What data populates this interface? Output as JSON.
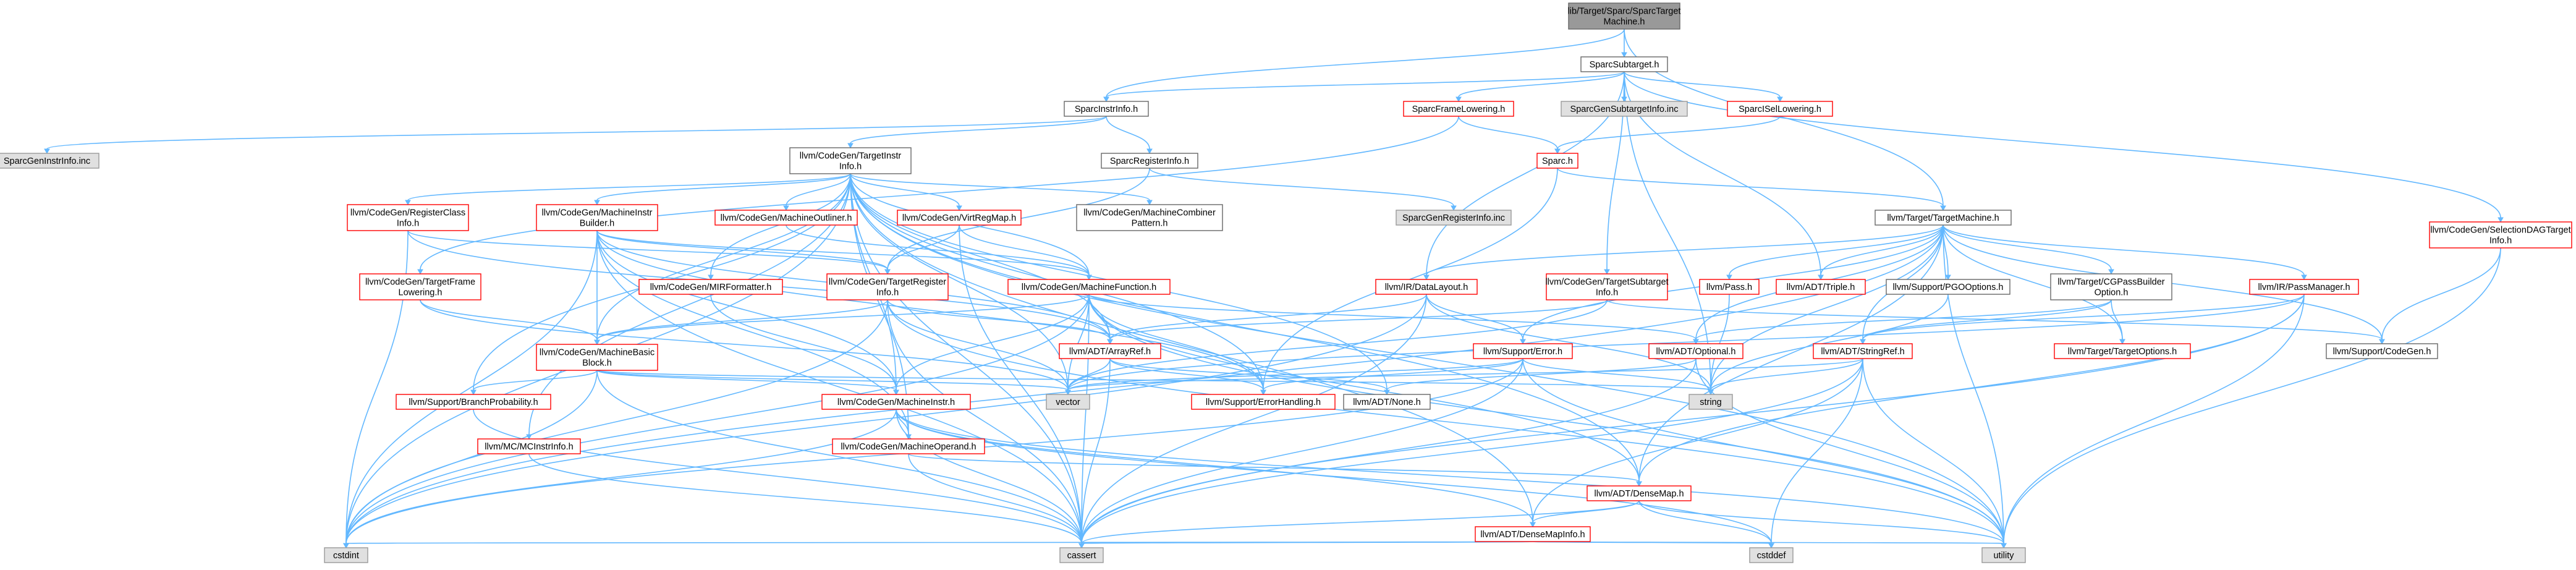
{
  "graph": {
    "title": "lib/Target/Sparc/SparcTargetMachine.h",
    "colors": {
      "edge": "#63b8ff",
      "root_fill": "#999999",
      "root_border": "#666666",
      "node_fill": "#ffffff",
      "normal_border": "#666666",
      "truncated_border": "#ff0000",
      "external_fill": "#e0e0e0",
      "external_border": "#999999"
    },
    "nodes": [
      {
        "id": "root",
        "lines": [
          "lib/Target/Sparc/SparcTarget",
          "Machine.h"
        ],
        "kind": "root"
      },
      {
        "id": "subtarget",
        "lines": [
          "SparcSubtarget.h"
        ],
        "kind": "normal"
      },
      {
        "id": "instrinfo",
        "lines": [
          "SparcInstrInfo.h"
        ],
        "kind": "normal"
      },
      {
        "id": "geninstr",
        "lines": [
          "SparcGenInstrInfo.inc"
        ],
        "kind": "external"
      },
      {
        "id": "targetinstr",
        "lines": [
          "llvm/CodeGen/TargetInstr",
          "Info.h"
        ],
        "kind": "normal"
      },
      {
        "id": "reginfo",
        "lines": [
          "SparcRegisterInfo.h"
        ],
        "kind": "normal"
      },
      {
        "id": "genreg",
        "lines": [
          "SparcGenRegisterInfo.inc"
        ],
        "kind": "external"
      },
      {
        "id": "framelow",
        "lines": [
          "SparcFrameLowering.h"
        ],
        "kind": "truncated"
      },
      {
        "id": "gensub",
        "lines": [
          "SparcGenSubtargetInfo.inc"
        ],
        "kind": "external"
      },
      {
        "id": "isellow",
        "lines": [
          "SparcISelLowering.h"
        ],
        "kind": "truncated"
      },
      {
        "id": "sparch",
        "lines": [
          "Sparc.h"
        ],
        "kind": "truncated"
      },
      {
        "id": "seldag",
        "lines": [
          "llvm/CodeGen/SelectionDAGTarget",
          "Info.h"
        ],
        "kind": "truncated"
      },
      {
        "id": "targetmachine",
        "lines": [
          "llvm/Target/TargetMachine.h"
        ],
        "kind": "normal"
      },
      {
        "id": "regclass",
        "lines": [
          "llvm/CodeGen/RegisterClass",
          "Info.h"
        ],
        "kind": "truncated"
      },
      {
        "id": "mibuilder",
        "lines": [
          "llvm/CodeGen/MachineInstr",
          "Builder.h"
        ],
        "kind": "truncated"
      },
      {
        "id": "outliner",
        "lines": [
          "llvm/CodeGen/MachineOutliner.h"
        ],
        "kind": "truncated"
      },
      {
        "id": "virtreg",
        "lines": [
          "llvm/CodeGen/VirtRegMap.h"
        ],
        "kind": "truncated"
      },
      {
        "id": "combiner",
        "lines": [
          "llvm/CodeGen/MachineCombiner",
          "Pattern.h"
        ],
        "kind": "normal"
      },
      {
        "id": "framelowgen",
        "lines": [
          "llvm/CodeGen/TargetFrame",
          "Lowering.h"
        ],
        "kind": "truncated"
      },
      {
        "id": "mirformatter",
        "lines": [
          "llvm/CodeGen/MIRFormatter.h"
        ],
        "kind": "truncated"
      },
      {
        "id": "tri",
        "lines": [
          "llvm/CodeGen/TargetRegister",
          "Info.h"
        ],
        "kind": "truncated"
      },
      {
        "id": "mf",
        "lines": [
          "llvm/CodeGen/MachineFunction.h"
        ],
        "kind": "truncated"
      },
      {
        "id": "datalayout",
        "lines": [
          "llvm/IR/DataLayout.h"
        ],
        "kind": "truncated"
      },
      {
        "id": "tsi",
        "lines": [
          "llvm/CodeGen/TargetSubtarget",
          "Info.h"
        ],
        "kind": "truncated"
      },
      {
        "id": "pass",
        "lines": [
          "llvm/Pass.h"
        ],
        "kind": "truncated"
      },
      {
        "id": "triple",
        "lines": [
          "llvm/ADT/Triple.h"
        ],
        "kind": "truncated"
      },
      {
        "id": "pgo",
        "lines": [
          "llvm/Support/PGOOptions.h"
        ],
        "kind": "normal"
      },
      {
        "id": "cgpass",
        "lines": [
          "llvm/Target/CGPassBuilder",
          "Option.h"
        ],
        "kind": "normal"
      },
      {
        "id": "passmgr",
        "lines": [
          "llvm/IR/PassManager.h"
        ],
        "kind": "truncated"
      },
      {
        "id": "mbb",
        "lines": [
          "llvm/CodeGen/MachineBasic",
          "Block.h"
        ],
        "kind": "truncated"
      },
      {
        "id": "arrayref",
        "lines": [
          "llvm/ADT/ArrayRef.h"
        ],
        "kind": "truncated"
      },
      {
        "id": "error",
        "lines": [
          "llvm/Support/Error.h"
        ],
        "kind": "truncated"
      },
      {
        "id": "optional",
        "lines": [
          "llvm/ADT/Optional.h"
        ],
        "kind": "truncated"
      },
      {
        "id": "stringref",
        "lines": [
          "llvm/ADT/StringRef.h"
        ],
        "kind": "truncated"
      },
      {
        "id": "targetoptions",
        "lines": [
          "llvm/Target/TargetOptions.h"
        ],
        "kind": "truncated"
      },
      {
        "id": "supcodegen",
        "lines": [
          "llvm/Support/CodeGen.h"
        ],
        "kind": "normal"
      },
      {
        "id": "branchprob",
        "lines": [
          "llvm/Support/BranchProbability.h"
        ],
        "kind": "truncated"
      },
      {
        "id": "vector",
        "lines": [
          "vector"
        ],
        "kind": "external"
      },
      {
        "id": "errhandling",
        "lines": [
          "llvm/Support/ErrorHandling.h"
        ],
        "kind": "truncated"
      },
      {
        "id": "none",
        "lines": [
          "llvm/ADT/None.h"
        ],
        "kind": "normal"
      },
      {
        "id": "string",
        "lines": [
          "string"
        ],
        "kind": "external"
      },
      {
        "id": "machineinstr",
        "lines": [
          "llvm/CodeGen/MachineInstr.h"
        ],
        "kind": "truncated"
      },
      {
        "id": "mcinstr",
        "lines": [
          "llvm/MC/MCInstrInfo.h"
        ],
        "kind": "truncated"
      },
      {
        "id": "operand",
        "lines": [
          "llvm/CodeGen/MachineOperand.h"
        ],
        "kind": "truncated"
      },
      {
        "id": "densemap",
        "lines": [
          "llvm/ADT/DenseMap.h"
        ],
        "kind": "truncated"
      },
      {
        "id": "densemapinfo",
        "lines": [
          "llvm/ADT/DenseMapInfo.h"
        ],
        "kind": "truncated"
      },
      {
        "id": "cstdint",
        "lines": [
          "cstdint"
        ],
        "kind": "external"
      },
      {
        "id": "cassert",
        "lines": [
          "cassert"
        ],
        "kind": "external"
      },
      {
        "id": "cstddef",
        "lines": [
          "cstddef"
        ],
        "kind": "external"
      },
      {
        "id": "utility",
        "lines": [
          "utility"
        ],
        "kind": "external"
      }
    ],
    "edges": [
      [
        "root",
        "subtarget"
      ],
      [
        "root",
        "instrinfo"
      ],
      [
        "root",
        "targetmachine"
      ],
      [
        "subtarget",
        "instrinfo"
      ],
      [
        "subtarget",
        "framelow"
      ],
      [
        "subtarget",
        "gensub"
      ],
      [
        "subtarget",
        "isellow"
      ],
      [
        "subtarget",
        "seldag"
      ],
      [
        "subtarget",
        "tsi"
      ],
      [
        "subtarget",
        "datalayout"
      ],
      [
        "subtarget",
        "triple"
      ],
      [
        "subtarget",
        "string"
      ],
      [
        "instrinfo",
        "geninstr"
      ],
      [
        "instrinfo",
        "targetinstr"
      ],
      [
        "instrinfo",
        "reginfo"
      ],
      [
        "reginfo",
        "genreg"
      ],
      [
        "reginfo",
        "tri"
      ],
      [
        "framelow",
        "sparch"
      ],
      [
        "framelow",
        "framelowgen"
      ],
      [
        "isellow",
        "sparch"
      ],
      [
        "sparch",
        "targetmachine"
      ],
      [
        "sparch",
        "errhandling"
      ],
      [
        "seldag",
        "supcodegen"
      ],
      [
        "seldag",
        "utility"
      ],
      [
        "targetinstr",
        "regclass"
      ],
      [
        "targetinstr",
        "mibuilder"
      ],
      [
        "targetinstr",
        "outliner"
      ],
      [
        "targetinstr",
        "virtreg"
      ],
      [
        "targetinstr",
        "combiner"
      ],
      [
        "targetinstr",
        "mirformatter"
      ],
      [
        "targetinstr",
        "mf"
      ],
      [
        "targetinstr",
        "mbb"
      ],
      [
        "targetinstr",
        "machineinstr"
      ],
      [
        "targetinstr",
        "operand"
      ],
      [
        "targetinstr",
        "arrayref"
      ],
      [
        "targetinstr",
        "none"
      ],
      [
        "targetinstr",
        "densemap"
      ],
      [
        "targetinstr",
        "densemapinfo"
      ],
      [
        "targetinstr",
        "branchprob"
      ],
      [
        "targetinstr",
        "errhandling"
      ],
      [
        "targetinstr",
        "cassert"
      ],
      [
        "targetinstr",
        "cstdint"
      ],
      [
        "targetinstr",
        "utility"
      ],
      [
        "targetinstr",
        "vector"
      ],
      [
        "targetinstr",
        "mcinstr"
      ],
      [
        "regclass",
        "tri"
      ],
      [
        "regclass",
        "cstdint"
      ],
      [
        "regclass",
        "arrayref"
      ],
      [
        "mibuilder",
        "mf"
      ],
      [
        "mibuilder",
        "mbb"
      ],
      [
        "mibuilder",
        "machineinstr"
      ],
      [
        "mibuilder",
        "operand"
      ],
      [
        "mibuilder",
        "arrayref"
      ],
      [
        "mibuilder",
        "errhandling"
      ],
      [
        "mibuilder",
        "cassert"
      ],
      [
        "mibuilder",
        "cstdint"
      ],
      [
        "mibuilder",
        "tri"
      ],
      [
        "outliner",
        "mf"
      ],
      [
        "virtreg",
        "tri"
      ],
      [
        "virtreg",
        "mf"
      ],
      [
        "virtreg",
        "cassert"
      ],
      [
        "framelowgen",
        "mbb"
      ],
      [
        "framelowgen",
        "vector"
      ],
      [
        "mirformatter",
        "machineinstr"
      ],
      [
        "tri",
        "mbb"
      ],
      [
        "tri",
        "arrayref"
      ],
      [
        "tri",
        "cassert"
      ],
      [
        "tri",
        "cstdint"
      ],
      [
        "tri",
        "utility"
      ],
      [
        "tri",
        "vector"
      ],
      [
        "mf",
        "mbb"
      ],
      [
        "mf",
        "arrayref"
      ],
      [
        "mf",
        "densemap"
      ],
      [
        "mf",
        "optional"
      ],
      [
        "mf",
        "machineinstr"
      ],
      [
        "mf",
        "errhandling"
      ],
      [
        "mf",
        "vector"
      ],
      [
        "mf",
        "utility"
      ],
      [
        "mf",
        "cassert"
      ],
      [
        "mf",
        "cstdint"
      ],
      [
        "datalayout",
        "arrayref"
      ],
      [
        "datalayout",
        "error"
      ],
      [
        "datalayout",
        "string"
      ],
      [
        "datalayout",
        "cassert"
      ],
      [
        "datalayout",
        "cstdint"
      ],
      [
        "tsi",
        "arrayref"
      ],
      [
        "tsi",
        "supcodegen"
      ],
      [
        "tsi",
        "vector"
      ],
      [
        "pass",
        "string"
      ],
      [
        "targetmachine",
        "pass"
      ],
      [
        "targetmachine",
        "triple"
      ],
      [
        "targetmachine",
        "pgo"
      ],
      [
        "targetmachine",
        "cgpass"
      ],
      [
        "targetmachine",
        "passmgr"
      ],
      [
        "targetmachine",
        "stringref"
      ],
      [
        "targetmachine",
        "optional"
      ],
      [
        "targetmachine",
        "error"
      ],
      [
        "targetmachine",
        "targetoptions"
      ],
      [
        "targetmachine",
        "supcodegen"
      ],
      [
        "targetmachine",
        "datalayout"
      ],
      [
        "targetmachine",
        "string"
      ],
      [
        "targetmachine",
        "utility"
      ],
      [
        "targetmachine",
        "densemap"
      ],
      [
        "targetmachine",
        "cstdint"
      ],
      [
        "pgo",
        "string"
      ],
      [
        "cgpass",
        "optional"
      ],
      [
        "cgpass",
        "targetoptions"
      ],
      [
        "cgpass",
        "stringref"
      ],
      [
        "passmgr",
        "stringref"
      ],
      [
        "passmgr",
        "densemap"
      ],
      [
        "passmgr",
        "vector"
      ],
      [
        "passmgr",
        "utility"
      ],
      [
        "passmgr",
        "cassert"
      ],
      [
        "mbb",
        "branchprob"
      ],
      [
        "mbb",
        "machineinstr"
      ],
      [
        "mbb",
        "string"
      ],
      [
        "mbb",
        "vector"
      ],
      [
        "mbb",
        "cassert"
      ],
      [
        "mbb",
        "cstdint"
      ],
      [
        "arrayref",
        "errhandling"
      ],
      [
        "arrayref",
        "none"
      ],
      [
        "arrayref",
        "vector"
      ],
      [
        "arrayref",
        "cassert"
      ],
      [
        "error",
        "errhandling"
      ],
      [
        "error",
        "string"
      ],
      [
        "error",
        "vector"
      ],
      [
        "error",
        "utility"
      ],
      [
        "error",
        "cassert"
      ],
      [
        "error",
        "cstdint"
      ],
      [
        "optional",
        "none"
      ],
      [
        "optional",
        "cassert"
      ],
      [
        "optional",
        "utility"
      ],
      [
        "stringref",
        "densemapinfo"
      ],
      [
        "stringref",
        "string"
      ],
      [
        "stringref",
        "utility"
      ],
      [
        "stringref",
        "cstddef"
      ],
      [
        "stringref",
        "cassert"
      ],
      [
        "stringref",
        "vector"
      ],
      [
        "branchprob",
        "cassert"
      ],
      [
        "machineinstr",
        "operand"
      ],
      [
        "machineinstr",
        "densemapinfo"
      ],
      [
        "machineinstr",
        "utility"
      ],
      [
        "machineinstr",
        "cassert"
      ],
      [
        "machineinstr",
        "cstdint"
      ],
      [
        "machineinstr",
        "cstddef"
      ],
      [
        "mcinstr",
        "cassert"
      ],
      [
        "operand",
        "densemap"
      ],
      [
        "operand",
        "cassert"
      ],
      [
        "densemap",
        "densemapinfo"
      ],
      [
        "densemap",
        "cassert"
      ],
      [
        "densemap",
        "cstddef"
      ],
      [
        "densemap",
        "utility"
      ],
      [
        "densemapinfo",
        "cassert"
      ],
      [
        "densemapinfo",
        "cstddef"
      ],
      [
        "densemapinfo",
        "cstdint"
      ],
      [
        "densemapinfo",
        "utility"
      ]
    ]
  }
}
